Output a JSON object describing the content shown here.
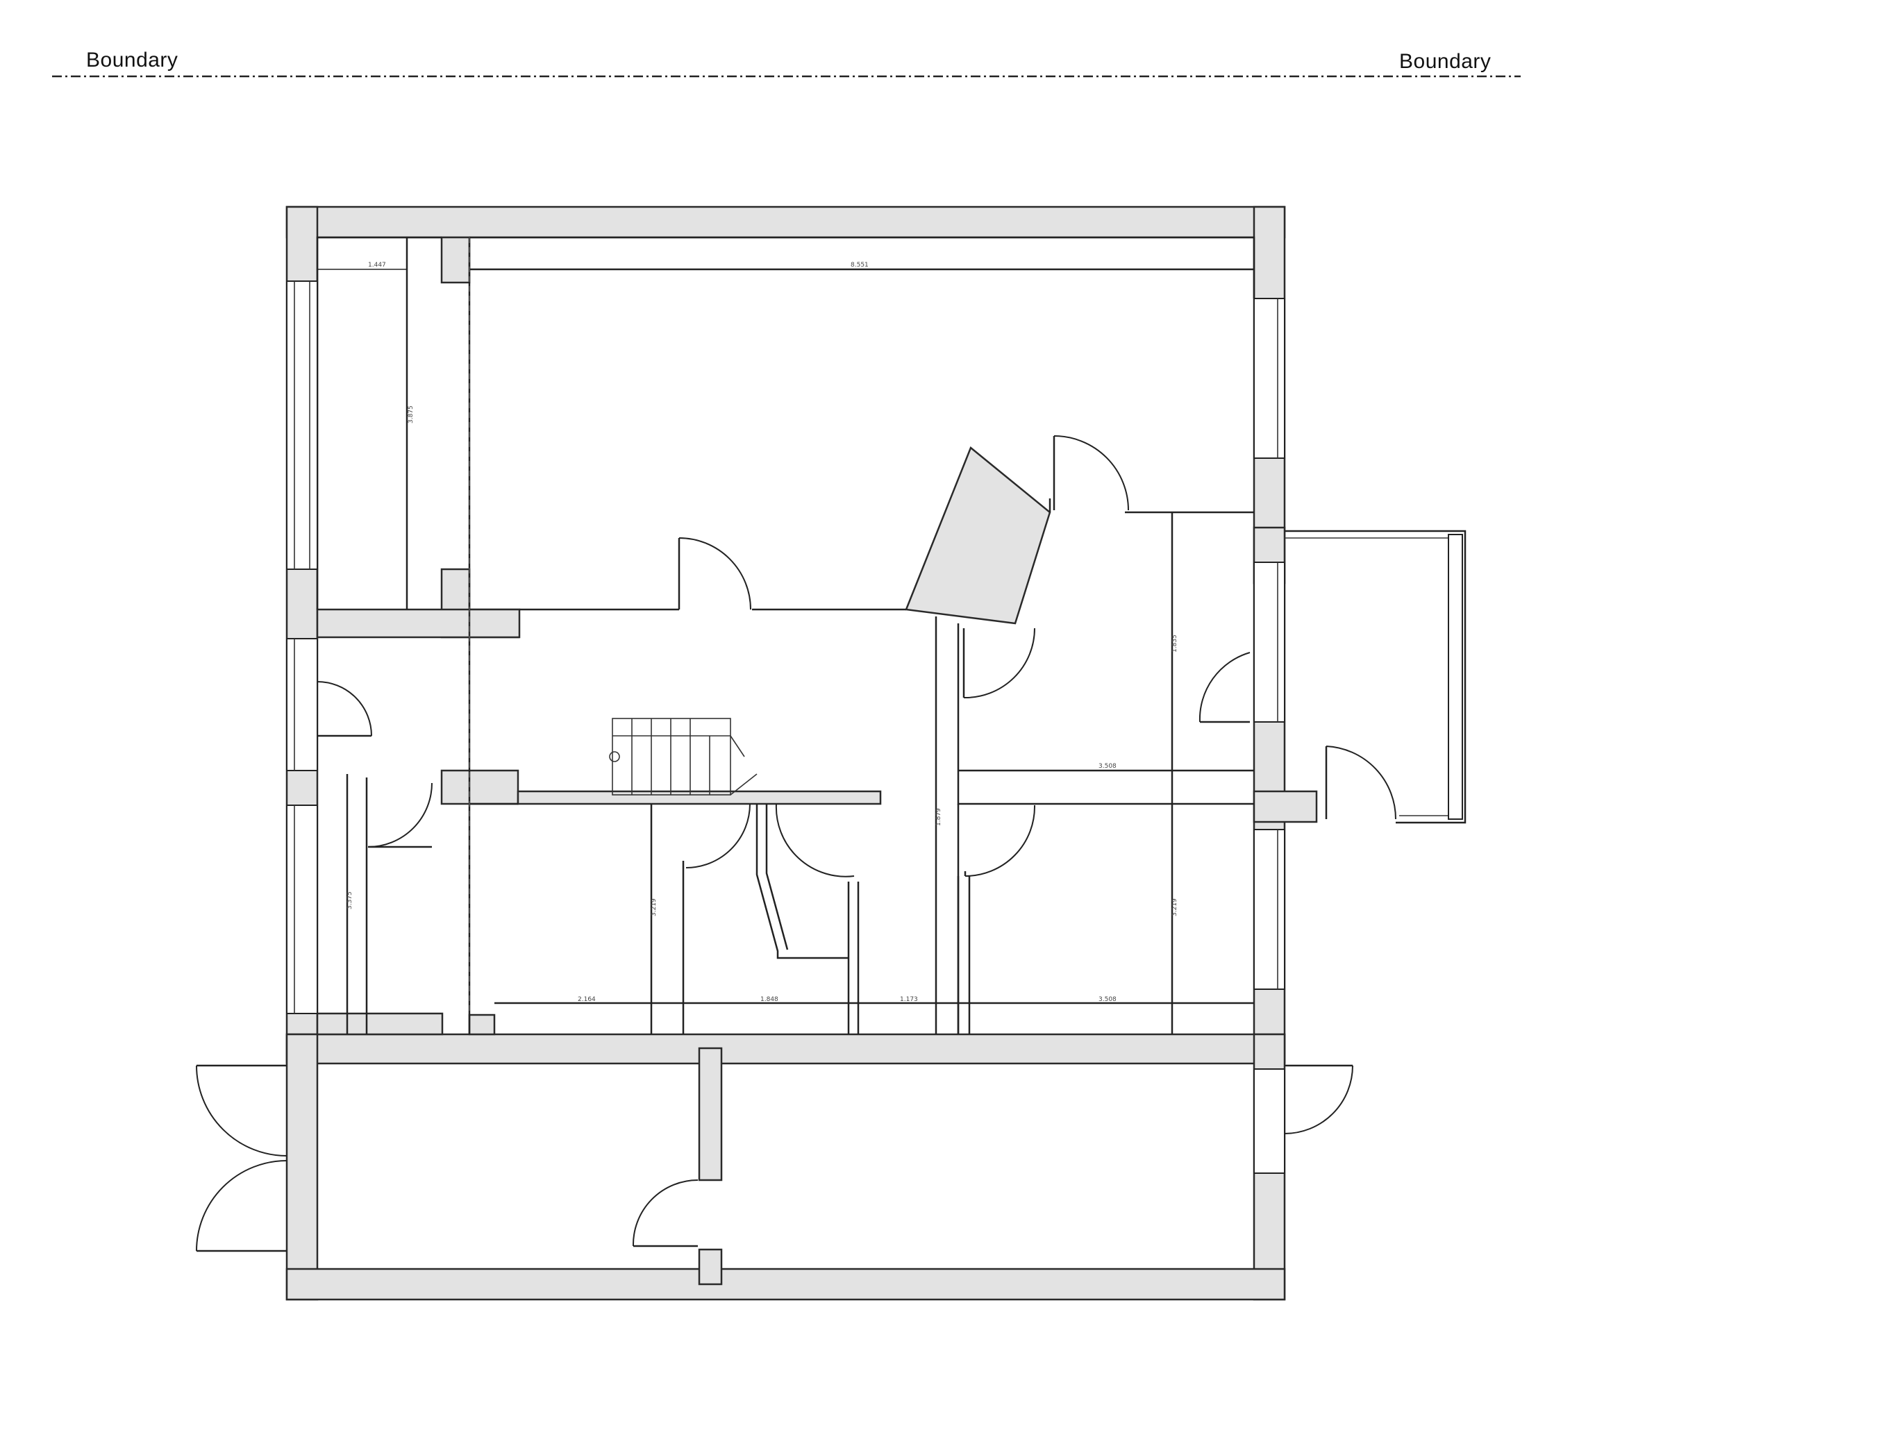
{
  "boundary": {
    "left_label": "Boundary",
    "right_label": "Boundary"
  },
  "dimensions": {
    "top_left": "1.447",
    "top_main": "8.551",
    "left_vertical": "3.875",
    "right_upper_vertical": "1.835",
    "right_mid_horizontal": "3.508",
    "center_vertical": "1.879",
    "left_lower_vertical": "3.375",
    "mid_lower_vertical": "3.219",
    "right_lower_vertical": "3.219",
    "bottom_1": "2.164",
    "bottom_2": "1.848",
    "bottom_3": "1.173",
    "bottom_4": "3.508"
  }
}
